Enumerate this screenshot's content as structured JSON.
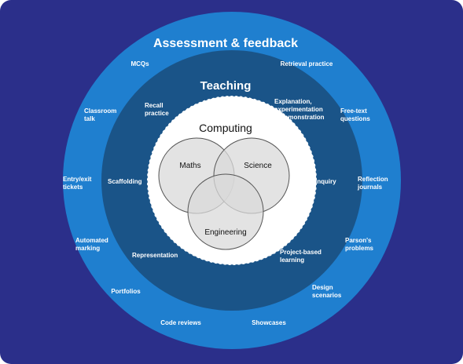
{
  "outer_ring": {
    "title": "Assessment & feedback",
    "items": {
      "mcqs": "MCQs",
      "retrieval": "Retrieval practice",
      "classroom_talk": [
        "Classroom",
        "talk"
      ],
      "free_text": [
        "Free-text",
        "questions"
      ],
      "entry_exit": [
        "Entry/exit",
        "tickets"
      ],
      "reflection": [
        "Reflection",
        "journals"
      ],
      "automated": [
        "Automated",
        "marking"
      ],
      "parsons": [
        "Parson's",
        "problems"
      ],
      "portfolios": "Portfolios",
      "design": [
        "Design",
        "scenarios"
      ],
      "code_reviews": "Code reviews",
      "showcases": "Showcases"
    }
  },
  "middle_ring": {
    "title": "Teaching",
    "items": {
      "recall": [
        "Recall",
        "practice"
      ],
      "explanation": [
        "Explanation,",
        "experimentation",
        "& demonstration"
      ],
      "scaffolding": "Scaffolding",
      "inquiry": "Inquiry",
      "representation": "Representation",
      "project_based": [
        "Project-based",
        "learning"
      ]
    }
  },
  "core": {
    "title": "Computing",
    "venn": {
      "maths": "Maths",
      "science": "Science",
      "engineering": "Engineering"
    }
  },
  "colors": {
    "background_frame": "#2b2f8a",
    "outer_ring": "#1f7fcf",
    "middle_ring": "#1a5488",
    "core_fill": "#ffffff",
    "venn_fill": "#d9d9d9",
    "venn_stroke": "#555555",
    "label_text": "#ffffff",
    "core_text": "#111111"
  }
}
